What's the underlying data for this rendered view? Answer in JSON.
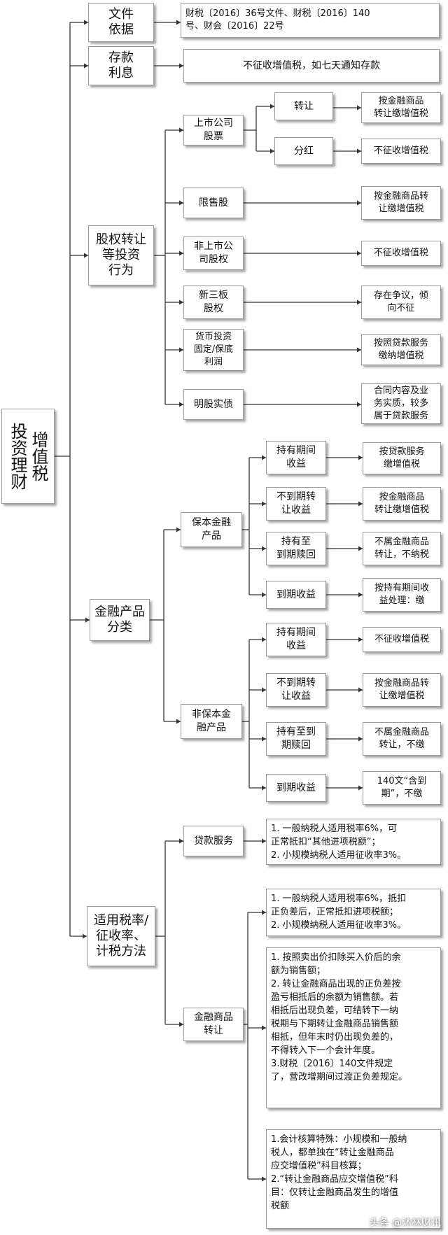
{
  "root": "增值税\n投资理财",
  "branches": {
    "docs": {
      "label": "文件\n依据",
      "text": "财税〔2016〕36号文件、财税〔2016〕140\n号、财会〔2016〕22号"
    },
    "deposit": {
      "label": "存款\n利息",
      "text": "不征收增值税，如七天通知存款"
    },
    "equity": {
      "label": "股权转让\n等投资\n行为",
      "listed": {
        "label": "上市公司\n股票",
        "transfer": {
          "label": "转让",
          "text": "按金融商品\n转让缴增值税"
        },
        "dividend": {
          "label": "分红",
          "text": "不征收增值税"
        }
      },
      "restricted": {
        "label": "限售股",
        "text": "按金融商品转\n让缴增值税"
      },
      "unlisted": {
        "label": "非上市公\n司股权",
        "text": "不征收增值税"
      },
      "neeq": {
        "label": "新三板\n股权",
        "text": "存在争议，倾\n向不征"
      },
      "monetary": {
        "label": "货币投资\n固定/保底\n利润",
        "text": "按照贷款服务\n缴纳增值税"
      },
      "nominal": {
        "label": "明股实债",
        "text": "合同内容及业\n务实质，较多\n属于贷款服务"
      }
    },
    "financial": {
      "label": "金融产品\n分类",
      "guaranteed": {
        "label": "保本金融\n产品",
        "items": [
          {
            "label": "持有期间\n收益",
            "text": "按贷款服务\n缴增值税"
          },
          {
            "label": "不到期转\n让收益",
            "text": "按金融商品\n转让缴增值税"
          },
          {
            "label": "持有至\n到期赎回",
            "text": "不属金融商品\n转让，不纳税"
          },
          {
            "label": "到期收益",
            "text": "按持有期间收\n益处理：缴"
          }
        ]
      },
      "nonguaranteed": {
        "label": "非保本金\n融产品",
        "items": [
          {
            "label": "持有期间\n收益",
            "text": "不征收增值税"
          },
          {
            "label": "不到期转\n让收益",
            "text": "按金融商品转\n让缴增值税"
          },
          {
            "label": "持有至到\n期赎回",
            "text": "不属金融商品\n转让，不缴"
          },
          {
            "label": "到期收益",
            "text": "140文“含到\n期”，不缴"
          }
        ]
      }
    },
    "rates": {
      "label": "适用税率/\n征收率、\n计税方法",
      "loan": {
        "label": "贷款服务",
        "text": "1. 一般纳税人适用税率6%，可\n正常抵扣“其他进项税额”；\n2. 小规模纳税人适用征收率3%。"
      },
      "fin": {
        "label": "金融商品\n转让",
        "texts": [
          "1. 一般纳税人适用税率6%，抵扣\n正负差后，正常抵扣进项税额；\n2. 小规模纳税人适用征收率3%。",
          "1. 按照卖出价扣除买入价后的余\n额为销售额；\n2. 转让金融商品出现的正负差按\n盈亏相抵后的余额为销售额。若\n相抵后出现负差，可结转下一纳\n税期与下期转让金融商品销售额\n相抵，但年末时仍出现负差的，\n不得转入下一个会计年度。\n3.财税〔2016〕140文件规定\n了，营改增期间过渡正负差规定。",
          "1.会计核算特殊：小规模和一般纳\n税人，都单独在“转让金融商品\n应交增值税”科目核算；\n2.“转让金融商品应交增值税”科\n目：仅转让金融商品发生的增值\n税额"
        ]
      }
    }
  },
  "watermark": "头条 @沐林财讯"
}
